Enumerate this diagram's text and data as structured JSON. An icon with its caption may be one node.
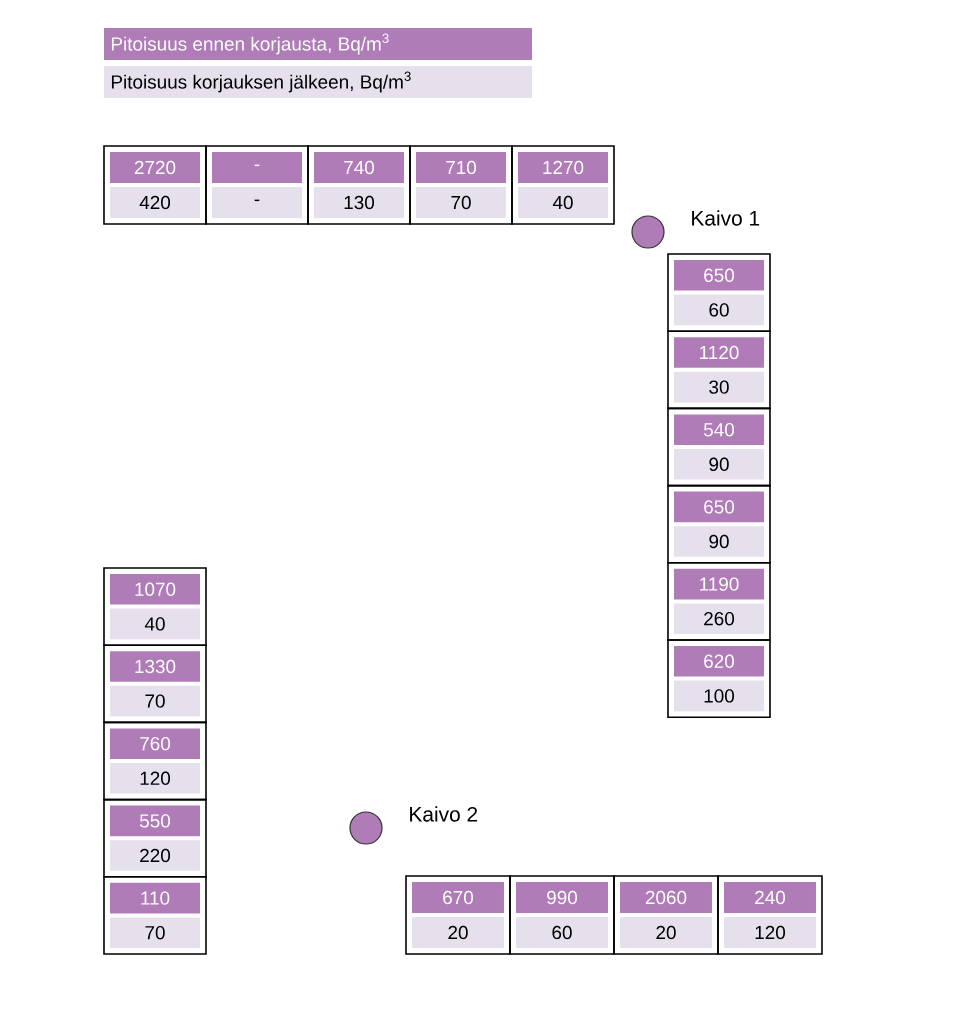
{
  "diagram": {
    "nodes": [
      {
        "text": [
          "2720",
          "420"
        ]
      },
      {
        "text": [
          "-",
          "-"
        ]
      },
      {
        "text": [
          "740",
          "130"
        ]
      },
      {
        "text": [
          "710",
          "70"
        ]
      },
      {
        "text": [
          "1270",
          "40"
        ]
      },
      {
        "text": [],
        "shape": "circle",
        "beside": [
          "Kaivo 1"
        ]
      },
      {
        "text": [
          "650",
          "60"
        ]
      },
      {
        "text": [
          "1120",
          "30"
        ]
      },
      {
        "text": [
          "540",
          "90"
        ]
      },
      {
        "text": [
          "650",
          "90"
        ]
      },
      {
        "text": [
          "1190",
          "260"
        ]
      },
      {
        "text": [
          "620",
          "100"
        ]
      },
      {
        "text": [
          "1070",
          "40"
        ]
      },
      {
        "text": [
          "1330",
          "70"
        ]
      },
      {
        "text": [
          "760",
          "120"
        ]
      },
      {
        "text": [
          "550",
          "220"
        ]
      },
      {
        "text": [
          "110",
          "70"
        ]
      },
      {
        "text": [],
        "shape": "circle",
        "beside": [
          "Kaivo 2"
        ]
      },
      {
        "text": [
          "670",
          "20"
        ]
      },
      {
        "text": [
          "990",
          "60"
        ]
      },
      {
        "text": [
          "2060",
          "20"
        ]
      },
      {
        "text": [
          "240",
          "120"
        ]
      }
    ],
    "legend": [
      {
        "text": "Pitoisuus ennen korjausta, Bq/m$^{3}$",
        "color": "#b07cb8"
      },
      {
        "text": "Pitoisuus korjauksen jälkeen, Bq/m$^{3}$",
        "color": "#e6e0ec"
      }
    ]
  }
}
